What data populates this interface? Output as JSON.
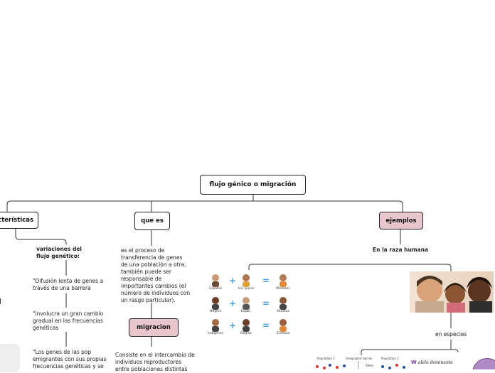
{
  "root": {
    "label": "flujo génico o migración"
  },
  "caracteristicas": {
    "label": "características"
  },
  "que_es": {
    "label": "que es",
    "text": [
      "es el proceso de",
      "transferencia de genes",
      "de una población a otra,",
      "también puede ser",
      "responsable de",
      "importantes cambios (el",
      "número de individuos con",
      "un rasgo particular)."
    ]
  },
  "migracion": {
    "label": "migracion",
    "text": [
      "Consiste en el intercambio de",
      "individuos reproductores",
      "entre poblaciones distintas"
    ]
  },
  "variaciones": {
    "title": [
      "variaciones del",
      "flujo genético:"
    ],
    "items": [
      [
        "\"Difusión lenta de genes a",
        "través de una barrera"
      ],
      [
        "\"involucra un gran cambio",
        "gradual en las frecuencias",
        "genéticas"
      ],
      [
        "\"Los genes de las pop",
        "emigrantes con sus propias",
        "frecuencias genéticas y se"
      ]
    ]
  },
  "ejemplos": {
    "label": "ejemplos",
    "raza": "En la raza humana",
    "especies": "en especies",
    "mix_rows": [
      {
        "a": "Español",
        "b": "Ind. puros",
        "c": "Mestizos"
      },
      {
        "a": "Negros",
        "b": "Españ.",
        "c": "Mulatos"
      },
      {
        "a": "Indígenas",
        "b": "Negros",
        "c": "Zambos"
      }
    ],
    "allele_text": "alelo dominante",
    "diagram_labels": {
      "pop1": "Population 1",
      "barrier": "Geographic barrier",
      "pop2": "Population 2",
      "allele": "Allele"
    }
  },
  "colors": {
    "pink": "#e8c6cc",
    "line": "#222222",
    "plus": "#4aa3df"
  }
}
